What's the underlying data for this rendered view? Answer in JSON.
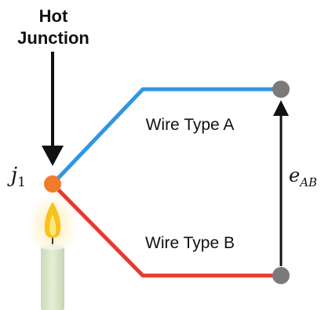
{
  "title_line1": "Hot",
  "title_line2": "Junction",
  "junction_label": {
    "main": "j",
    "sub": "1"
  },
  "wire_a_label": "Wire Type A",
  "wire_b_label": "Wire Type B",
  "voltage_label": {
    "main": "e",
    "sub": "AB"
  },
  "colors": {
    "wire_a": "#2f96e6",
    "wire_b": "#e8392e",
    "junction": "#f07c2a",
    "terminal": "#7a7a7a",
    "arrow": "#111111",
    "flame": "#f7c21b",
    "candle": "#d9e5c8"
  }
}
